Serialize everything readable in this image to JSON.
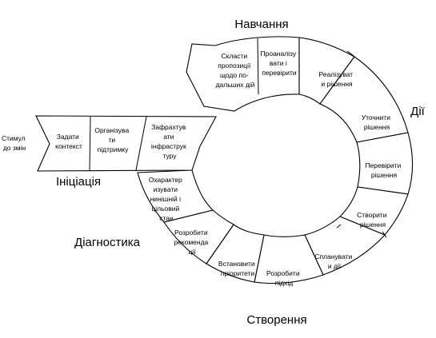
{
  "phases": {
    "learning": "Навчання",
    "acting": "Дії",
    "establishing": "Створення",
    "diagnosing": "Діагностика",
    "initiating": "Ініціація"
  },
  "steps": {
    "stimulus": [
      "Стимул",
      "до змін"
    ],
    "set_context": [
      "Задати",
      "контекст"
    ],
    "build_support": [
      "Організува",
      "ти",
      "підтримку"
    ],
    "charter_infra": [
      "Зафрахтув",
      "ати",
      "інфраструк",
      "туру"
    ],
    "characterize_states": [
      "Охарактер",
      "изувати",
      "нинішній і",
      "цільовий",
      "стан"
    ],
    "develop_recommendations": [
      "Розробити",
      "рекоменда",
      "ції"
    ],
    "set_priorities": [
      "Встановити",
      "пріоритети"
    ],
    "develop_approach": [
      "Розробити",
      "підхід"
    ],
    "plan_actions": [
      "Спланувати",
      "и дії"
    ],
    "create_solution": [
      "Створити",
      "рішення"
    ],
    "pilot_test": [
      "Перевірити",
      "рішення"
    ],
    "refine_solution": [
      "Уточнити",
      "рішення"
    ],
    "implement_solution": [
      "Реалізуват",
      "и рішення"
    ],
    "analyze_validate": [
      "Проаналізу",
      "вати і",
      "перевірити"
    ],
    "propose_future": [
      "Скласти",
      "пропозиції",
      "щодо по-",
      "дальших дій"
    ]
  }
}
